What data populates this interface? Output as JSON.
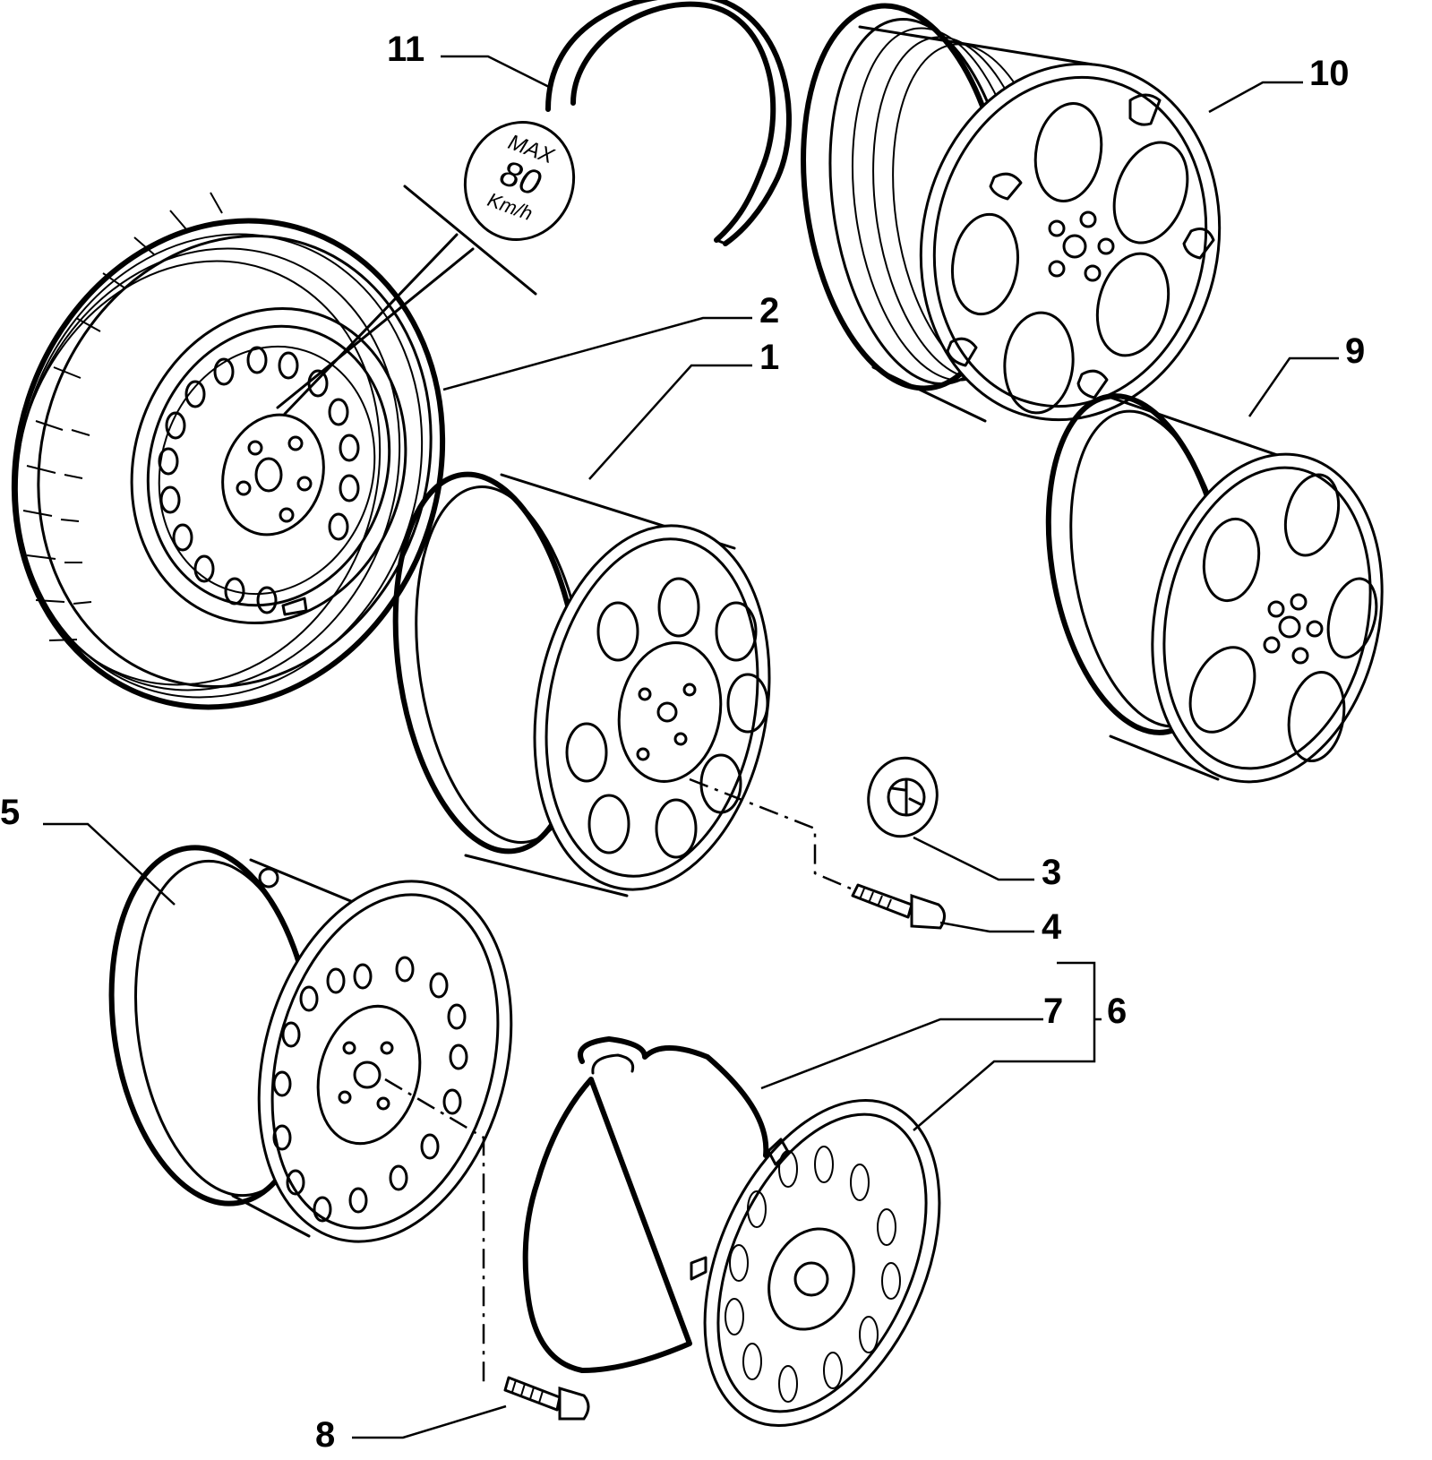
{
  "callouts": {
    "c1": "1",
    "c2": "2",
    "c3": "3",
    "c4": "4",
    "c5": "5",
    "c6": "6",
    "c7": "7",
    "c8": "8",
    "c9": "9",
    "c10": "10",
    "c11": "11"
  },
  "sticker": {
    "line1": "MAX",
    "line2": "80",
    "line3": "Km/h"
  },
  "icons": [
    "alfa-romeo-emblem-icon"
  ]
}
